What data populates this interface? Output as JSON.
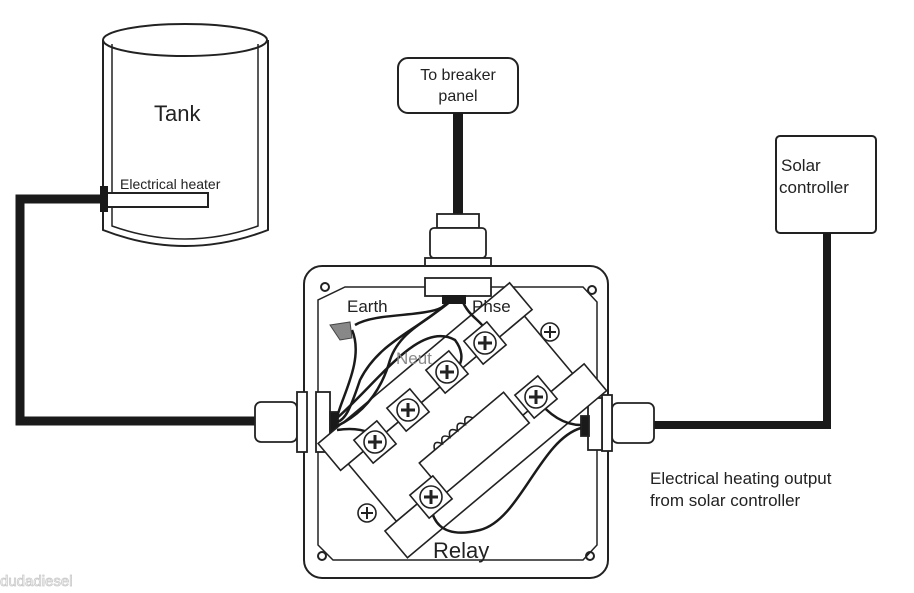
{
  "tank": {
    "title": "Tank",
    "heater_label": "Electrical heater"
  },
  "breaker": {
    "line1": "To breaker",
    "line2": "panel"
  },
  "solar": {
    "line1": "Solar",
    "line2": "controller"
  },
  "relay": {
    "title": "Relay",
    "earth": "Earth",
    "phase": "Phse",
    "neutral": "Neut"
  },
  "output_label": {
    "line1": "Electrical heating output",
    "line2": "from solar controller"
  },
  "watermark": "dudadiesel",
  "colors": {
    "line": "#222222",
    "cable": "#1a1a1a",
    "earth_cap": "#888888",
    "neutral_text": "#8a8a8a"
  }
}
